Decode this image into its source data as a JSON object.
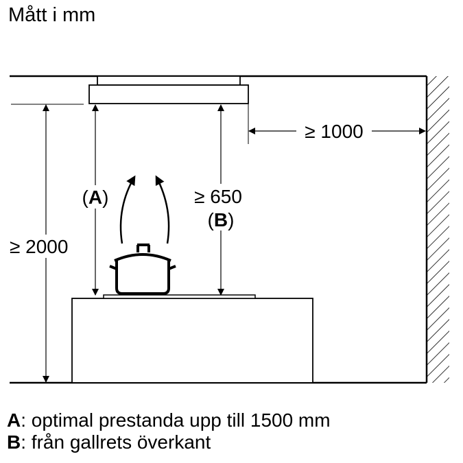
{
  "title": "Mått i mm",
  "dimensions": {
    "wall_distance": "≥ 1000",
    "floor_height": "≥ 2000",
    "label_a_open": "(",
    "label_a": "A",
    "label_a_close": ")",
    "hob_distance": "≥ 650",
    "label_b_open": "(",
    "label_b": "B",
    "label_b_close": ")"
  },
  "legend": [
    {
      "key": "A",
      "text": ": optimal prestanda upp till 1500 mm"
    },
    {
      "key": "B",
      "text": ": från gallrets överkant"
    }
  ]
}
